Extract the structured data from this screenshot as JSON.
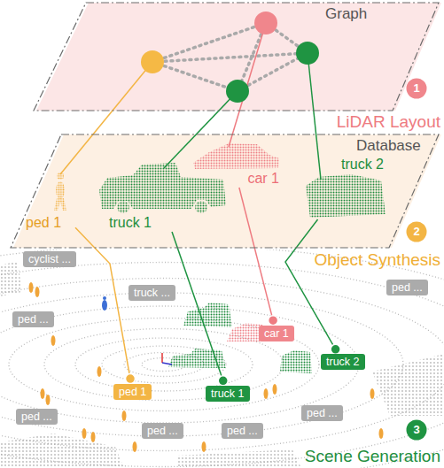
{
  "diagram": {
    "nodes": [
      {
        "text": [
          "Graph"
        ]
      },
      {
        "text": [
          "1"
        ]
      },
      {
        "text": [
          "Database"
        ]
      },
      {
        "text": [
          "ped 1"
        ],
        "in": 2
      },
      {
        "text": [
          "truck 1"
        ],
        "in": 2
      },
      {
        "text": [
          "car 1"
        ],
        "in": 2
      },
      {
        "text": [
          "truck 2"
        ],
        "in": 2
      },
      {
        "text": [
          "2"
        ]
      },
      {
        "text": [
          "cyclist ..."
        ]
      },
      {
        "text": [
          "ped ..."
        ]
      },
      {
        "text": [
          "truck ..."
        ]
      },
      {
        "text": [
          "ped ..."
        ]
      },
      {
        "text": [
          "car 1"
        ]
      },
      {
        "text": [
          "truck 2"
        ]
      },
      {
        "text": [
          "ped 1"
        ]
      },
      {
        "text": [
          "truck 1"
        ]
      },
      {
        "text": [
          "ped ..."
        ]
      },
      {
        "text": [
          "ped ..."
        ]
      },
      {
        "text": [
          "ped ..."
        ]
      },
      {
        "text": [
          "ped ..."
        ]
      },
      {
        "text": [
          "3"
        ]
      }
    ],
    "edges": [
      {
        "from": 3,
        "to": 14,
        "arrow": "none"
      },
      {
        "from": 4,
        "to": 15,
        "arrow": "none"
      },
      {
        "from": 5,
        "to": 12,
        "arrow": "none"
      },
      {
        "from": 6,
        "to": 13,
        "arrow": "none"
      }
    ],
    "labels": [
      "LiDAR Layout",
      "Object Synthesis",
      "Scene Generation"
    ]
  }
}
